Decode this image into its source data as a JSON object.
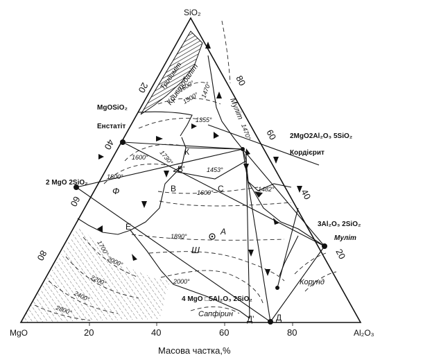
{
  "vertices": {
    "top": "SiO₂",
    "left": "MgO",
    "right": "Al₂O₃"
  },
  "axis_label": "Масова частка,%",
  "bottom_ticks": [
    "20",
    "40",
    "60",
    "80"
  ],
  "left_ticks": [
    "20",
    "40",
    "60",
    "80"
  ],
  "right_ticks": [
    "80",
    "60",
    "40",
    "20"
  ],
  "compounds": {
    "enstatite_formula": "MgOSiO₂",
    "enstatite_name": "Енстатіт",
    "forsterite_formula": "2 MgO 2SiO₂",
    "cordierite_formula": "2MgO2Al₂O₃ 5SiO₂",
    "cordierite_name": "Кордієрит",
    "mullite_formula": "3Al₂O₃ 2SiO₂",
    "mullite_name": "Муліт",
    "sapphirine_formula": "4 MgO □5Al₂O₃ 2SiO₂"
  },
  "fields": {
    "cristobalite": "Кристобаліт",
    "tridymite": "Тридиміт",
    "mullite_field": "Муліт",
    "corundum": "Корунд",
    "sapphirine": "Сапфірин",
    "forsterite_field": "Ф",
    "spinel_field": "Ш"
  },
  "points": {
    "K": "К",
    "B_prime": "В'",
    "B": "В",
    "C": "С",
    "E": "Е",
    "A": "А",
    "D": "Д",
    "D_prime": "Д'"
  },
  "isotherms": {
    "t1600_top": "1600°",
    "t1500": "1500°",
    "t1470_a": "1470°",
    "t1470_b": "1470°",
    "t1355": "1355°",
    "t1730": "1730°",
    "t1600_left": "1600°",
    "t1800": "1800°",
    "t1453": "1453°",
    "t1600_mid": "1600°",
    "t1482": "1482°",
    "t1890": "1890°",
    "t1700": "1700°",
    "t2000_left": "2000°",
    "t2000_mid": "2000°",
    "t2200": "2200°",
    "t2400": "2400°",
    "t2800": "2800°"
  }
}
